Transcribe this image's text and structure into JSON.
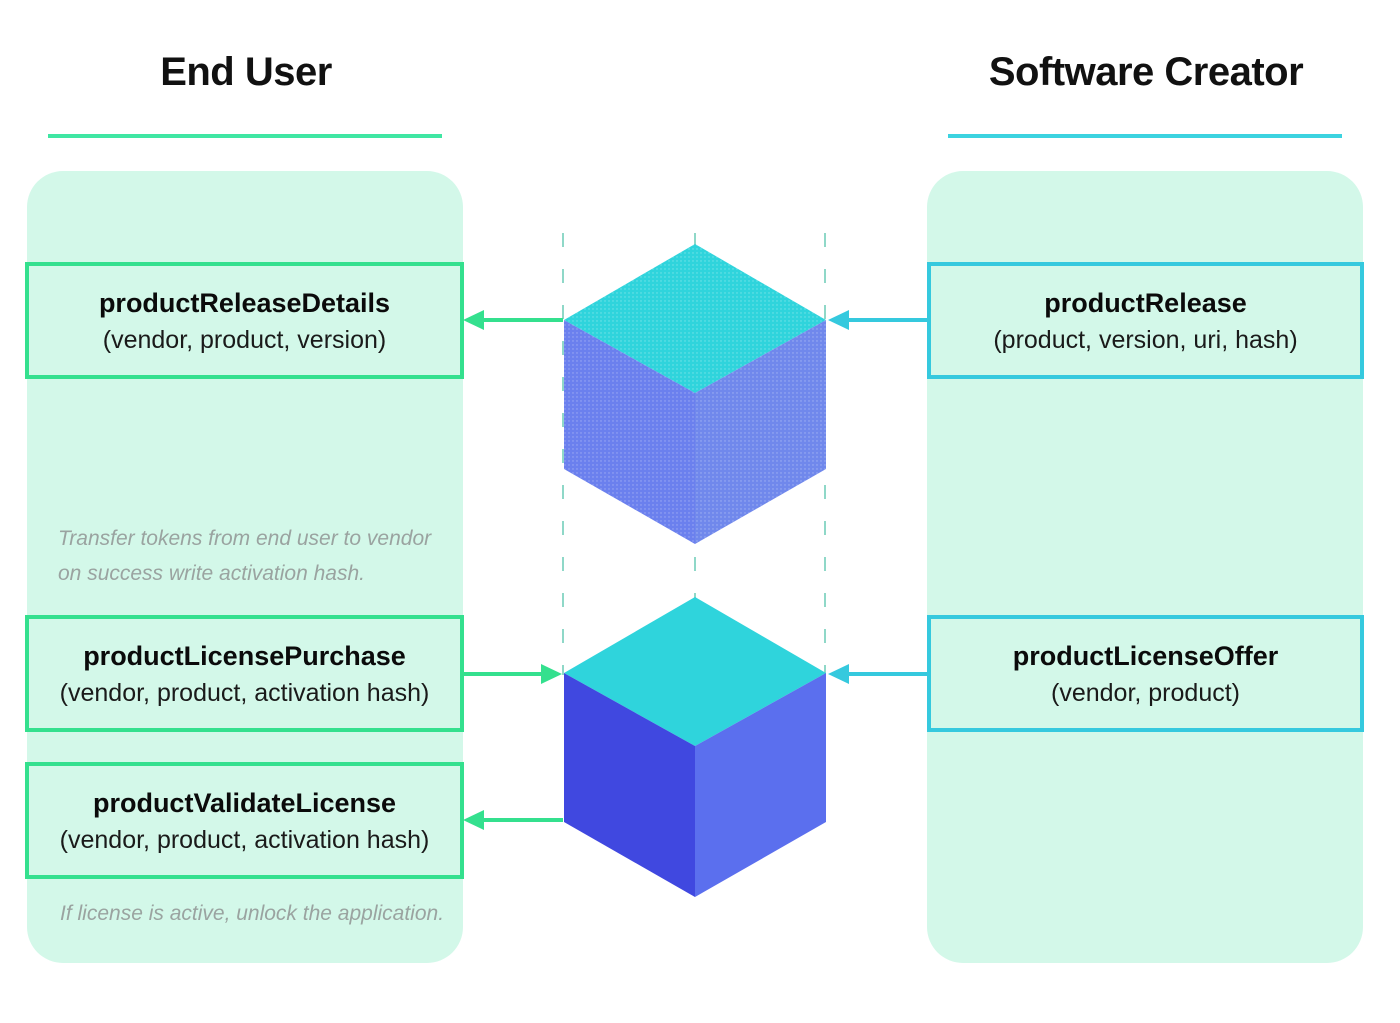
{
  "end_user": {
    "title": "End User",
    "release_details": {
      "name": "productReleaseDetails",
      "args": "(vendor, product, version)"
    },
    "purchase_note": {
      "line1": "Transfer tokens from end user to vendor",
      "line2": "on success write activation hash."
    },
    "license_purchase": {
      "name": "productLicensePurchase",
      "args": "(vendor, product, activation hash)"
    },
    "validate_license": {
      "name": "productValidateLicense",
      "args": "(vendor, product, activation hash)"
    },
    "validate_note": "If license is active, unlock the application."
  },
  "software_creator": {
    "title": "Software Creator",
    "release": {
      "name": "productRelease",
      "args": "(product, version, uri, hash)"
    },
    "license_offer": {
      "name": "productLicenseOffer",
      "args": "(vendor, product)"
    }
  },
  "colors": {
    "end_user_accent": "#34e08e",
    "creator_accent": "#35c9de",
    "panel_fill": "#d3f8e9",
    "cube_top": "#2fd4dc",
    "cube_left": "#4048e0",
    "cube_right": "#5b6fee",
    "cube_upper_faces": "#6b80ee"
  }
}
